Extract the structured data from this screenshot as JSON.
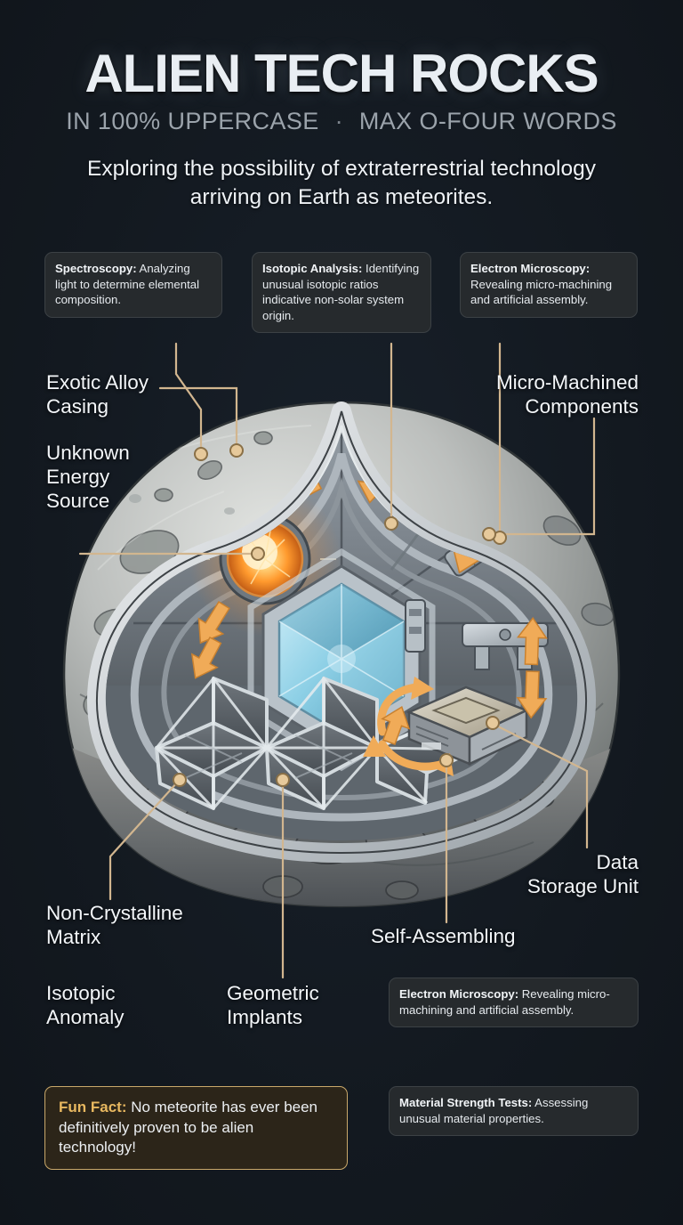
{
  "header": {
    "title": "ALIEN TECH ROCKS",
    "subtitle_left": "IN 100% UPPERCASE",
    "subtitle_sep": "·",
    "subtitle_right": "MAX O-FOUR WORDS",
    "description": "Exploring the possibility of extraterrestrial technology arriving on Earth as meteorites."
  },
  "cards": [
    {
      "id": "spectroscopy",
      "label": "Spectroscopy:",
      "text": " Analyzing light to determine elemental composition."
    },
    {
      "id": "isotopic-analysis",
      "label": "Isotopic Analysis:",
      "text": " Identifying unusual isotopic ratios indicative non-solar system origin."
    },
    {
      "id": "electron-microscopy-top",
      "label": "Electron Microscopy:",
      "text": " Revealing micro-machining and artificial assembly."
    },
    {
      "id": "electron-microscopy-bottom",
      "label": "Electron Microscopy:",
      "text": " Revealing micro-machining and artificial assembly."
    },
    {
      "id": "fun-fact",
      "label": "Fun Fact:",
      "text": " No meteorite has ever been definitively proven to be alien technology!"
    },
    {
      "id": "material-strength-tests",
      "label": "Material Strength Tests:",
      "text": " Assessing unusual material properties."
    }
  ],
  "callouts": [
    {
      "id": "exotic-alloy-casing",
      "text": "Exotic Alloy\nCasing"
    },
    {
      "id": "unknown-energy-source",
      "text": "Unknown\nEnergy\nSource"
    },
    {
      "id": "micro-machined-components",
      "text": "Micro-Machined\nComponents"
    },
    {
      "id": "non-crystalline-matrix",
      "text": "Non-Crystalline\nMatrix"
    },
    {
      "id": "isotopic-anomaly",
      "text": "Isotopic\nAnomaly"
    },
    {
      "id": "geometric-implants",
      "text": "Geometric\nImplants"
    },
    {
      "id": "self-assembling",
      "text": "Self-Assembling"
    },
    {
      "id": "data-storage-unit",
      "text": "Data\nStorage Unit"
    }
  ],
  "illustration": {
    "name": "cutaway-meteorite-diagram",
    "parts": [
      "rocky-cratered-exterior",
      "exotic-alloy-shell-cut-edge",
      "glowing-energy-core",
      "central-crystal-hexagon",
      "geometric-lattice-matrix",
      "data-storage-module",
      "micro-machined-arm-components",
      "energy-flow-arrows"
    ]
  },
  "colors": {
    "background": "#141a21",
    "title_text": "#e9eef3",
    "subtitle_text": "#9ba3ab",
    "body_text": "#eef2f6",
    "card_bg": "#262a2d",
    "card_border": "#3c4145",
    "fun_fact_bg": "#2c2519",
    "fun_fact_border": "#c9a86a",
    "fun_fact_label": "#e8b860",
    "leader_line": "#d2b68f",
    "arrow_accent": "#f0ab58",
    "rock_light": "#cfd2d0",
    "rock_dark": "#5c5e5e",
    "metal": "#b9c2c9",
    "crystal": "#8fd3e8",
    "energy_core": "#ff9a2e"
  }
}
